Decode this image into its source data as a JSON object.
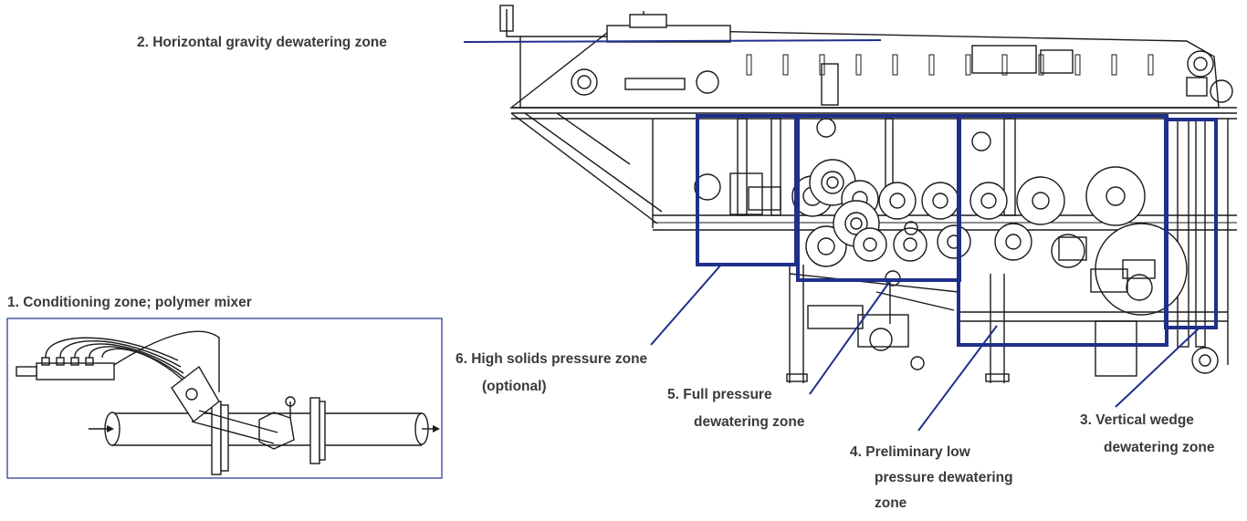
{
  "labels": {
    "zone1": "1.  Conditioning zone; polymer mixer",
    "zone2": "2.  Horizontal gravity dewatering zone",
    "zone3_line1": "3.  Vertical wedge",
    "zone3_line2": "dewatering zone",
    "zone4_line1": "4.  Preliminary low",
    "zone4_line2": "pressure dewatering",
    "zone4_line3": "zone",
    "zone5_line1": "5.  Full pressure",
    "zone5_line2": "dewatering zone",
    "zone6_line1": "6.  High solids pressure zone",
    "zone6_line2": "(optional)"
  },
  "colors": {
    "callout": "#1f2f8a",
    "text": "#3a3a3a",
    "drawing": "#1a1a1a"
  }
}
